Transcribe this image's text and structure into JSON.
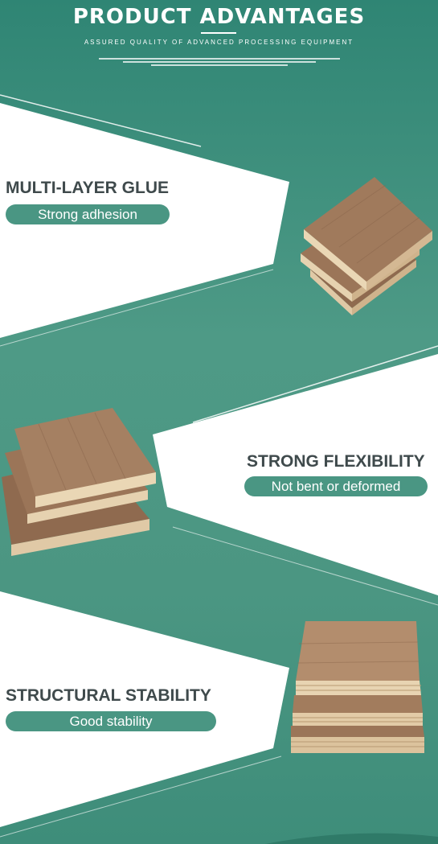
{
  "header": {
    "title": "PRODUCT ADVANTAGES",
    "subtitle": "ASSURED QUALITY OF ADVANCED PROCESSING EQUIPMENT"
  },
  "features": [
    {
      "title": "MULTI-LAYER GLUE",
      "tagline": "Strong adhesion"
    },
    {
      "title": "STRONG FLEXIBILITY",
      "tagline": "Not bent or deformed"
    },
    {
      "title": "STRUCTURAL STABILITY",
      "tagline": "Good stability"
    }
  ],
  "colors": {
    "accent": "#4a9683",
    "background": "#3f8f7c",
    "heading_text": "#3f4a4c",
    "wood_face": "#9b7558",
    "wood_edge": "#e0c9a6"
  }
}
